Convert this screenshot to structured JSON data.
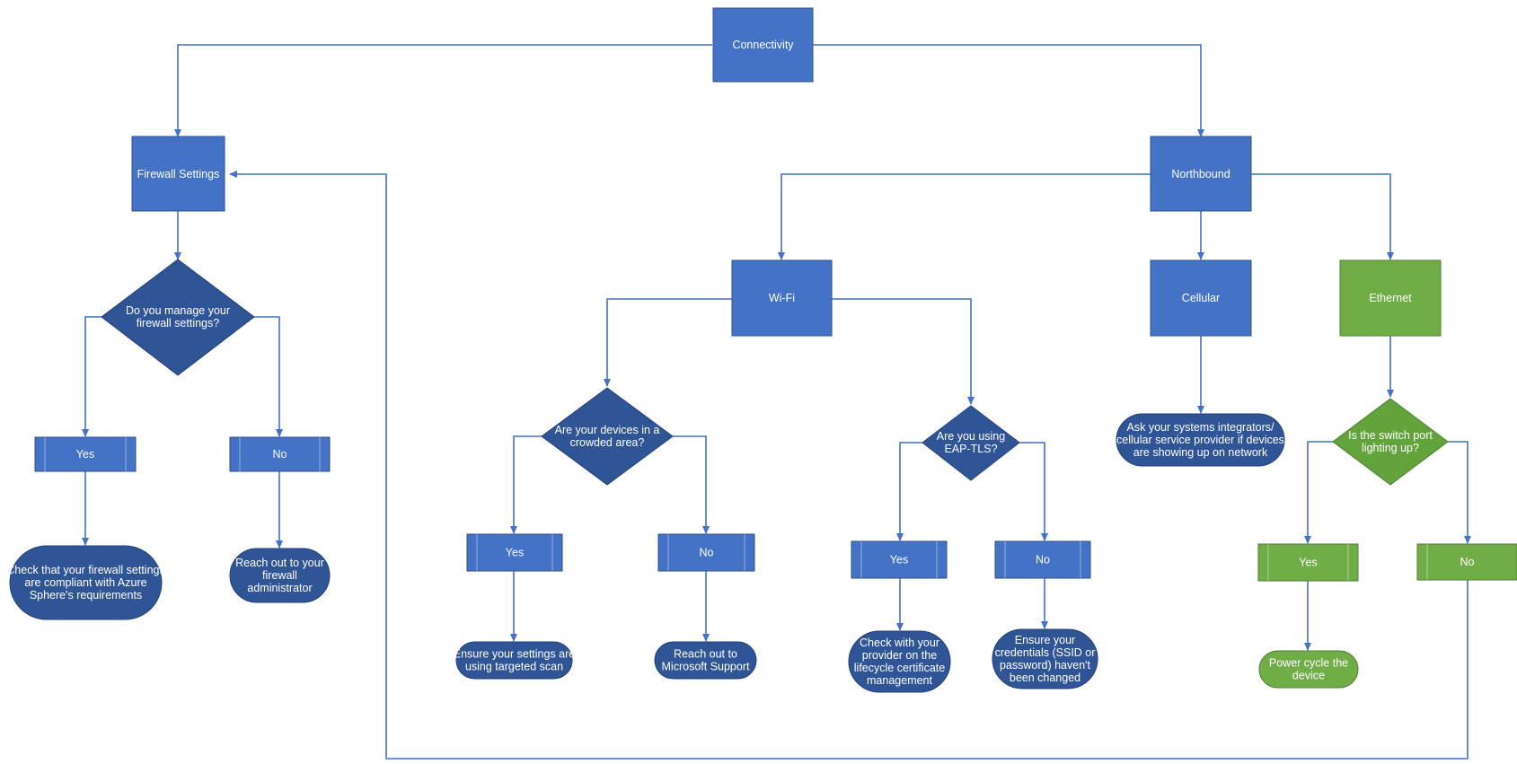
{
  "colors": {
    "connector": "#4472C4",
    "box_blue": "#4472C4",
    "decision_dark": "#2F5597",
    "box_green": "#70AD47"
  },
  "nodes": {
    "connectivity": "Connectivity",
    "firewall_settings": "Firewall Settings",
    "northbound": "Northbound",
    "firewall_question": [
      "Do you manage your",
      "firewall settings?"
    ],
    "firewall_yes": "Yes",
    "firewall_no": "No",
    "firewall_yes_result": [
      "Check that your firewall settings",
      "are compliant with Azure",
      "Sphere's requirements"
    ],
    "firewall_no_result": [
      "Reach out to your",
      "firewall",
      "administrator"
    ],
    "wifi": "Wi-Fi",
    "cellular": "Cellular",
    "ethernet": "Ethernet",
    "crowded_question": [
      "Are your devices in a",
      "crowded area?"
    ],
    "crowded_yes": "Yes",
    "crowded_no": "No",
    "crowded_yes_result": [
      "Ensure your settings are",
      "using targeted scan"
    ],
    "crowded_no_result": [
      "Reach out to",
      "Microsoft Support"
    ],
    "eaptls_question": [
      "Are you using",
      "EAP-TLS?"
    ],
    "eaptls_yes": "Yes",
    "eaptls_no": "No",
    "eaptls_yes_result": [
      "Check with your",
      "provider on the",
      "lifecycle certificate",
      "management"
    ],
    "eaptls_no_result": [
      "Ensure your",
      "credentials (SSID or",
      "password) haven't",
      "been changed"
    ],
    "cellular_result": [
      "Ask your systems integrators/",
      "cellular service provider if devices",
      "are showing up on network"
    ],
    "switch_question": [
      "Is the switch port",
      "lighting up?"
    ],
    "switch_yes": "Yes",
    "switch_no": "No",
    "switch_yes_result": [
      "Power cycle the",
      "device"
    ]
  }
}
